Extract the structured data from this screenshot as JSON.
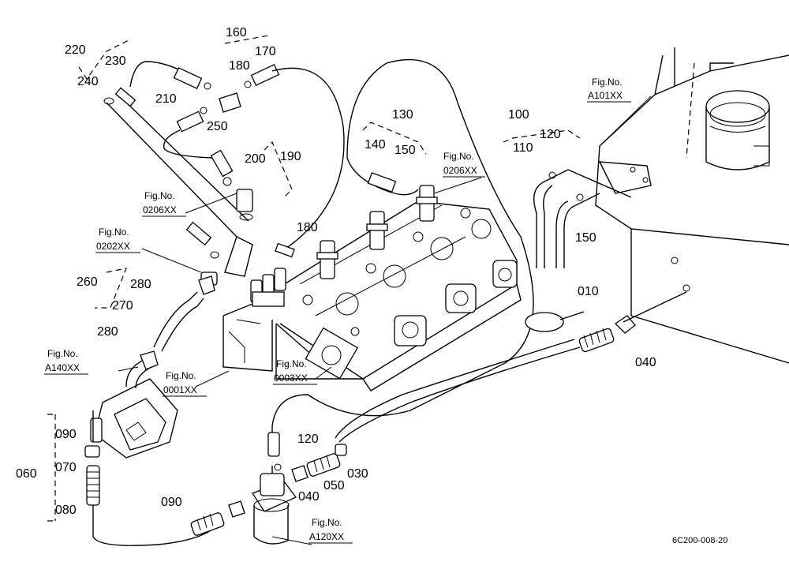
{
  "part_numbers": [
    "220",
    "230",
    "240",
    "160",
    "170",
    "180",
    "210",
    "250",
    "200",
    "190",
    "130",
    "140",
    "150",
    "100",
    "110",
    "120",
    "150",
    "180",
    "260",
    "280",
    "270",
    "280",
    "010",
    "040",
    "090",
    "070",
    "080",
    "060",
    "120",
    "040",
    "050",
    "030",
    "090"
  ],
  "figure_refs": [
    {
      "line1": "Fig.No.",
      "line2": "A101XX"
    },
    {
      "line1": "Fig.No.",
      "line2": "0206XX"
    },
    {
      "line1": "Fig.No.",
      "line2": "0206XX"
    },
    {
      "line1": "Fig.No.",
      "line2": "0202XX"
    },
    {
      "line1": "Fig.No.",
      "line2": "A140XX"
    },
    {
      "line1": "Fig.No.",
      "line2": "0001XX"
    },
    {
      "line1": "Fig.No.",
      "line2": "0003XX"
    },
    {
      "line1": "Fig.No.",
      "line2": "A120XX"
    }
  ],
  "drawing_code": "6C200-008-20"
}
